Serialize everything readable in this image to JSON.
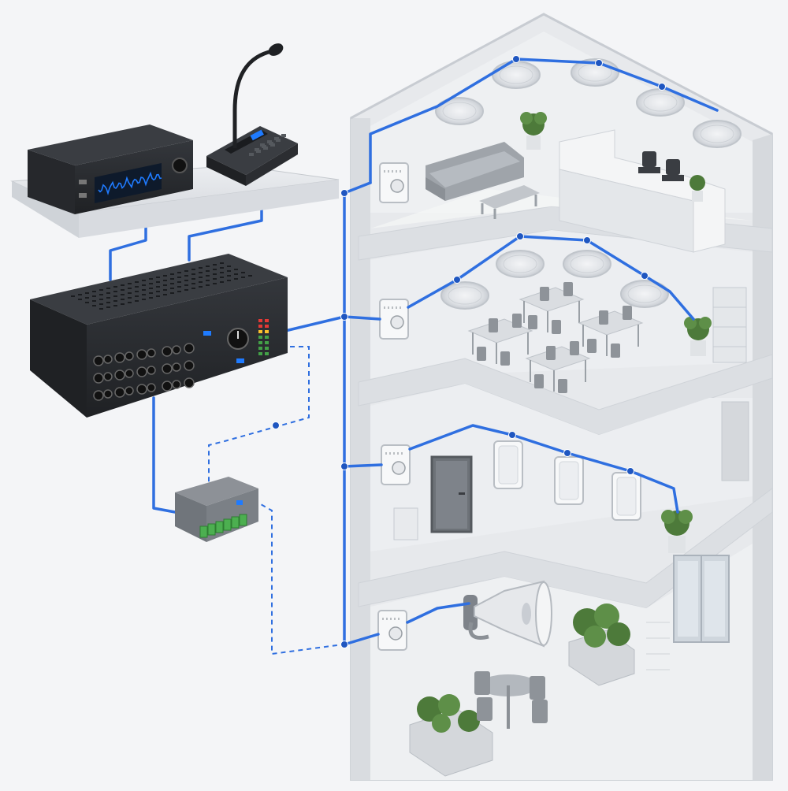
{
  "colors": {
    "background": "#f4f5f7",
    "cable": "#2f6fe0",
    "cable_dark": "#1f56c0",
    "device_dark": "#2b2d31",
    "device_top": "#3a3d42",
    "display_blue": "#1f7bff",
    "building_wall": "#e3e5e8",
    "building_floor": "#eef0f2",
    "building_edge": "#cfd3d8",
    "terminal_green": "#4caf50",
    "plant": "#4d7a3a"
  },
  "devices": {
    "source_player": {
      "icon": "audio-source-player-icon"
    },
    "paging_microphone": {
      "icon": "paging-microphone-icon"
    },
    "mixer_amplifier": {
      "icon": "mixer-amplifier-icon"
    },
    "terminal_module": {
      "icon": "terminal-interface-icon"
    }
  },
  "building": {
    "floors": [
      {
        "level": 4,
        "zone": "lounge-reception",
        "speaker_type": "ceiling",
        "speaker_count": 5,
        "icon": "ceiling-speaker-icon"
      },
      {
        "level": 3,
        "zone": "meeting-tables",
        "speaker_type": "ceiling",
        "speaker_count": 4,
        "icon": "ceiling-speaker-icon"
      },
      {
        "level": 2,
        "zone": "corridor",
        "speaker_type": "wall-box",
        "speaker_count": 3,
        "icon": "wall-speaker-icon"
      },
      {
        "level": 1,
        "zone": "patio",
        "speaker_type": "horn",
        "speaker_count": 1,
        "icon": "horn-speaker-icon"
      }
    ],
    "volume_controls": {
      "count": 4,
      "icon": "volume-control-icon"
    }
  }
}
